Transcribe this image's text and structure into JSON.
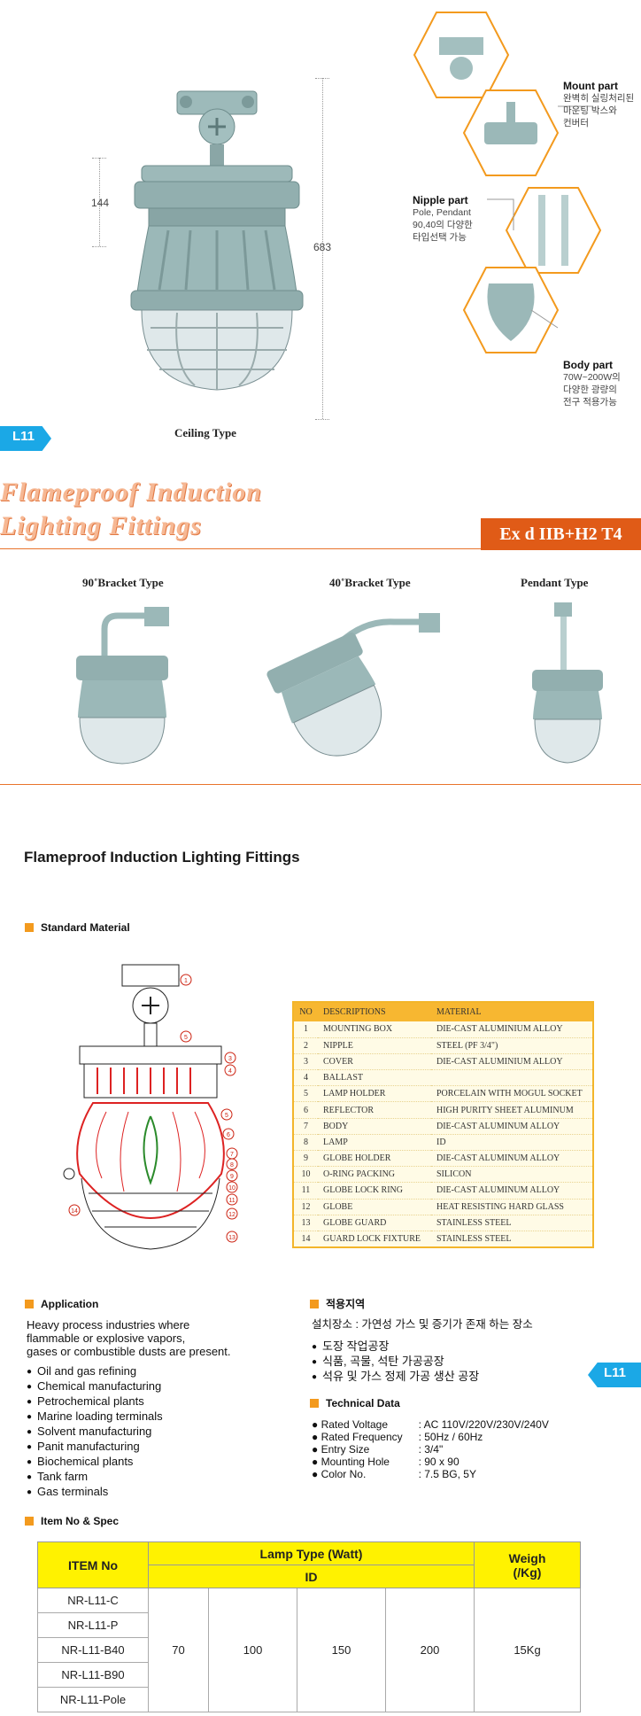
{
  "hero": {
    "dim_144": "144",
    "dim_683": "683",
    "ceiling_caption": "Ceiling Type",
    "badge_left": "L11"
  },
  "parts": [
    {
      "title": "Mount part",
      "desc": [
        "완벽히 실링처리된",
        "마운팅 박스와",
        "컨버터"
      ]
    },
    {
      "title": "Nipple part",
      "desc": [
        "Pole, Pendant",
        "90,40의 다양한",
        "타입선택 가능"
      ]
    },
    {
      "title": "Body part",
      "desc": [
        "70W~200W의",
        "다양한 광량의",
        "전구 적용가능"
      ]
    }
  ],
  "banner": {
    "line1": "Flameproof Induction",
    "line2": "Lighting Fittings",
    "exd": "Ex d IIB+H2 T4"
  },
  "types": {
    "t90": "90˚Bracket Type",
    "t40": "40˚Bracket Type",
    "pendant": "Pendant Type"
  },
  "product_heading": "Flameproof Induction Lighting Fittings",
  "standard_material": {
    "heading": "Standard Material",
    "headers": [
      "NO",
      "DESCRIPTIONS",
      "MATERIAL"
    ],
    "rows": [
      [
        "1",
        "MOUNTING BOX",
        "DIE-CAST ALUMINIUM ALLOY"
      ],
      [
        "2",
        "NIPPLE",
        "STEEL (PF 3/4\")"
      ],
      [
        "3",
        "COVER",
        "DIE-CAST ALUMINIUM ALLOY"
      ],
      [
        "4",
        "BALLAST",
        ""
      ],
      [
        "5",
        "LAMP  HOLDER",
        "PORCELAIN WITH MOGUL SOCKET"
      ],
      [
        "6",
        "REFLECTOR",
        "HIGH PURITY SHEET ALUMINUM"
      ],
      [
        "7",
        "BODY",
        "DIE-CAST ALUMINUM ALLOY"
      ],
      [
        "8",
        "LAMP",
        "ID"
      ],
      [
        "9",
        "GLOBE HOLDER",
        "DIE-CAST ALUMINUM ALLOY"
      ],
      [
        "10",
        "O-RING PACKING",
        "SILICON"
      ],
      [
        "11",
        "GLOBE LOCK RING",
        "DIE-CAST ALUMINUM ALLOY"
      ],
      [
        "12",
        "GLOBE",
        "HEAT RESISTING HARD GLASS"
      ],
      [
        "13",
        "GLOBE GUARD",
        "STAINLESS STEEL"
      ],
      [
        "14",
        "GUARD LOCK FIXTURE",
        "STAINLESS STEEL"
      ]
    ],
    "callouts": [
      "1",
      "5",
      "3",
      "4",
      "5",
      "6",
      "7",
      "8",
      "9",
      "10",
      "11",
      "12",
      "13",
      "14"
    ]
  },
  "application": {
    "heading": "Application",
    "intro": [
      "Heavy  process  industries  where",
      "flammable  or  explosive  vapors,",
      "gases  or  combustible  dusts  are  present."
    ],
    "items": [
      "Oil  and  gas  refining",
      "Chemical  manufacturing",
      "Petrochemical  plants",
      "Marine  loading  terminals",
      "Solvent  manufacturing",
      "Panit  manufacturing",
      "Biochemical  plants",
      "Tank  farm",
      "Gas  terminals"
    ]
  },
  "korean_area": {
    "heading": "적용지역",
    "place": "설치장소 : 가연성 가스 및 증기가 존재 하는 장소",
    "items": [
      "도장 작업공장",
      "식품, 곡물, 석탄 가공공장",
      "석유 및 가스 정제 가공 생산 공장"
    ],
    "badge": "L11"
  },
  "technical": {
    "heading": "Technical Data",
    "rows": [
      [
        "Rated Voltage",
        ": AC 110V/220V/230V/240V"
      ],
      [
        "Rated Frequency",
        ": 50Hz / 60Hz"
      ],
      [
        "Entry Size",
        ": 3/4\""
      ],
      [
        "Mounting Hole",
        ": 90 x 90"
      ],
      [
        "Color No.",
        ": 7.5 BG, 5Y"
      ]
    ]
  },
  "spec": {
    "heading": "Item No & Spec",
    "col_item": "ITEM No",
    "col_lamp": "Lamp Type (Watt)",
    "col_lamp_sub": "ID",
    "col_weight_1": "Weigh",
    "col_weight_2": "(/Kg)",
    "items": [
      "NR-L11-C",
      "NR-L11-P",
      "NR-L11-B40",
      "NR-L11-B90",
      "NR-L11-Pole"
    ],
    "watts": [
      "70",
      "100",
      "150",
      "200"
    ],
    "weight": "15Kg"
  },
  "colors": {
    "accent_orange": "#e05b17",
    "badge_blue": "#1ba8e6",
    "table_yellow": "#f7b731",
    "spec_yellow": "#fff200",
    "fixture_body": "#8fb0b0"
  }
}
